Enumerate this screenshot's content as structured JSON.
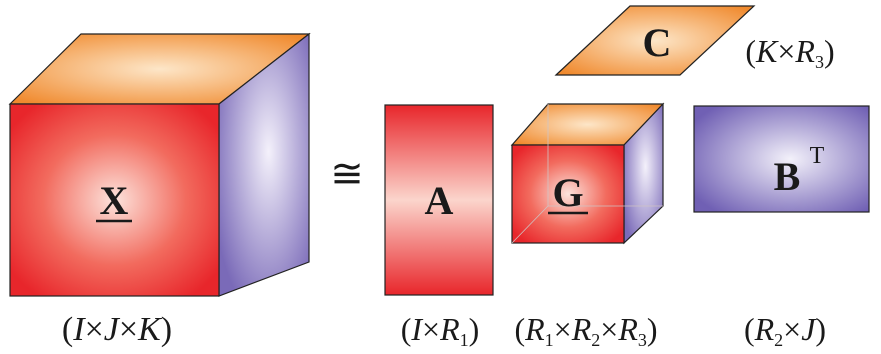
{
  "relation_symbol": "≅",
  "tensor_x": {
    "letter": "X",
    "dims": [
      "I",
      "×",
      "J",
      "×",
      "K"
    ]
  },
  "matrix_a": {
    "letter": "A",
    "dims": [
      "I",
      "×",
      "R",
      "1"
    ]
  },
  "core_g": {
    "letter": "G",
    "dims": [
      "R",
      "1",
      "×",
      "R",
      "2",
      "×",
      "R",
      "3"
    ]
  },
  "matrix_b": {
    "letter": "B",
    "superscript": "T",
    "dims": [
      "R",
      "2",
      "×",
      "J"
    ]
  },
  "matrix_c": {
    "letter": "C",
    "dims": [
      "K",
      "×",
      "R",
      "3"
    ]
  },
  "colors": {
    "red_front_center": "#fce3dc",
    "red_front_edge": "#e8262b",
    "orange_top_light": "#fde6c8",
    "orange_top_dark": "#f08a2e",
    "purple_side_light": "#f4f1fb",
    "purple_side_dark": "#7a6ab8",
    "purple_b_light": "#f3f1fa",
    "purple_b_dark": "#7060b4",
    "outline": "#222222"
  }
}
